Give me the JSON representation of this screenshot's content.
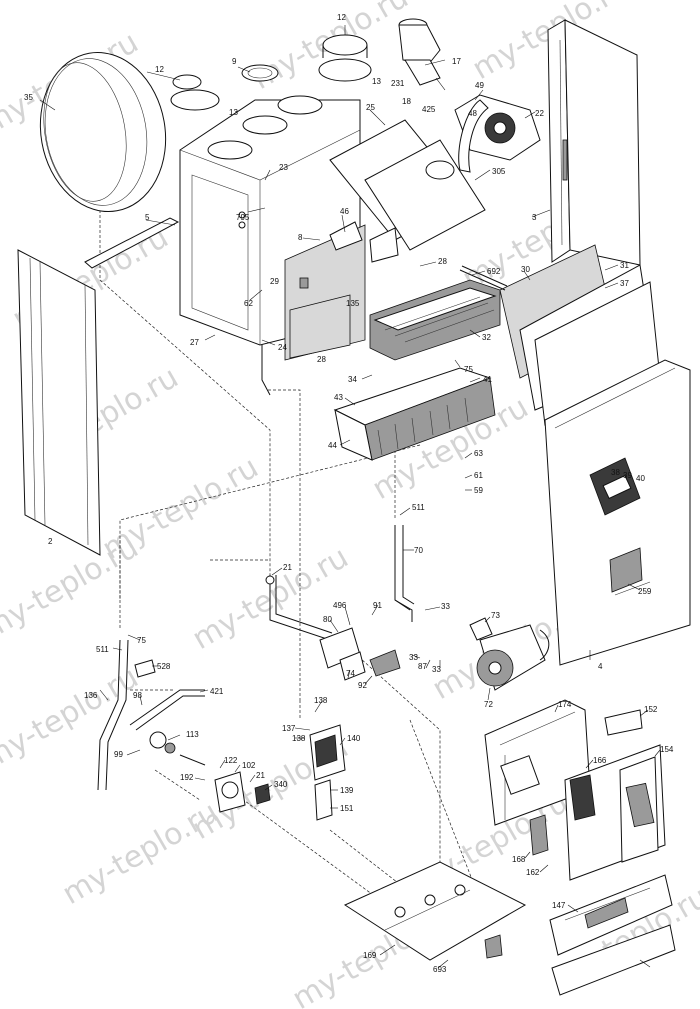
{
  "watermark": "my-teplo.ru",
  "labels": [
    "12",
    "9",
    "12",
    "13",
    "13",
    "35",
    "23",
    "795",
    "5",
    "8",
    "46",
    "25",
    "305",
    "17",
    "231",
    "18",
    "425",
    "49",
    "48",
    "22",
    "3",
    "2",
    "62",
    "29",
    "27",
    "24",
    "28",
    "28",
    "135",
    "692",
    "30",
    "31",
    "37",
    "32",
    "34",
    "75",
    "41",
    "43",
    "44",
    "63",
    "61",
    "59",
    "38",
    "39",
    "40",
    "511",
    "70",
    "21",
    "259",
    "496",
    "91",
    "33",
    "73",
    "75",
    "511",
    "528",
    "80",
    "74",
    "92",
    "87",
    "33",
    "33",
    "72",
    "4",
    "421",
    "98",
    "136",
    "113",
    "99",
    "122",
    "102",
    "21",
    "340",
    "192",
    "138",
    "137",
    "140",
    "138",
    "139",
    "151",
    "174",
    "152",
    "154",
    "166",
    "168",
    "162",
    "147",
    "169",
    "693"
  ]
}
